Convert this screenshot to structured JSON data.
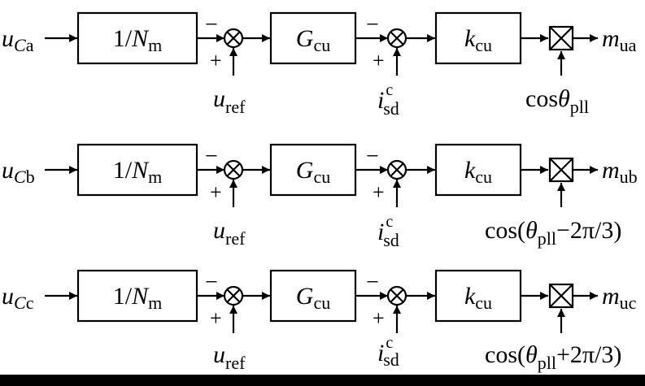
{
  "colors": {
    "background": "#ffffff",
    "ink": "#000000",
    "frame": "#000000"
  },
  "rows": [
    {
      "input_base": "u",
      "input_sub_italic": "C",
      "input_sub_plain": "a",
      "block1_pre": "1/",
      "block1_var": "N",
      "block1_sub": "m",
      "sum1_minus": "−",
      "sum1_plus": "+",
      "ref_var": "u",
      "ref_sub": "ref",
      "block2_var": "G",
      "block2_sub": "cu",
      "sum2_minus": "−",
      "sum2_plus": "+",
      "cur_var": "i",
      "cur_sup": "c",
      "cur_sub": "sd",
      "block3_var": "k",
      "block3_sub": "cu",
      "out_var": "m",
      "out_sub": "ua",
      "mult_pre": "cos",
      "mult_theta": "θ",
      "mult_sub": "pll",
      "mult_post": ""
    },
    {
      "input_base": "u",
      "input_sub_italic": "C",
      "input_sub_plain": "b",
      "block1_pre": "1/",
      "block1_var": "N",
      "block1_sub": "m",
      "sum1_minus": "−",
      "sum1_plus": "+",
      "ref_var": "u",
      "ref_sub": "ref",
      "block2_var": "G",
      "block2_sub": "cu",
      "sum2_minus": "−",
      "sum2_plus": "+",
      "cur_var": "i",
      "cur_sup": "c",
      "cur_sub": "sd",
      "block3_var": "k",
      "block3_sub": "cu",
      "out_var": "m",
      "out_sub": "ub",
      "mult_pre": "cos(",
      "mult_theta": "θ",
      "mult_sub": "pll",
      "mult_post": "−2π/3)"
    },
    {
      "input_base": "u",
      "input_sub_italic": "C",
      "input_sub_plain": "c",
      "block1_pre": "1/",
      "block1_var": "N",
      "block1_sub": "m",
      "sum1_minus": "−",
      "sum1_plus": "+",
      "ref_var": "u",
      "ref_sub": "ref",
      "block2_var": "G",
      "block2_sub": "cu",
      "sum2_minus": "−",
      "sum2_plus": "+",
      "cur_var": "i",
      "cur_sup": "c",
      "cur_sub": "sd",
      "block3_var": "k",
      "block3_sub": "cu",
      "out_var": "m",
      "out_sub": "uc",
      "mult_pre": "cos(",
      "mult_theta": "θ",
      "mult_sub": "pll",
      "mult_post": "+2π/3)"
    }
  ]
}
